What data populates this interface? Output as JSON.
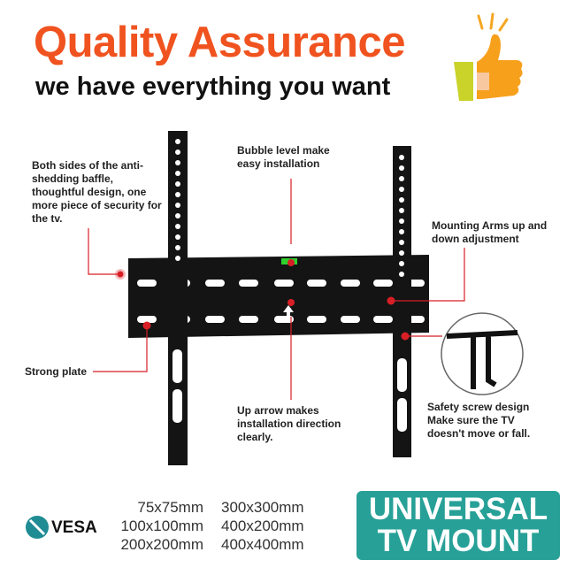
{
  "header": {
    "title": "Quality Assurance",
    "subtitle": "we have everything you want"
  },
  "icons": {
    "thumbs": "thumbs-up-icon",
    "vesa": "vesa-logo-icon"
  },
  "colors": {
    "accent": "#f0531f",
    "teal": "#27a097",
    "marker": "#d81f26"
  },
  "annotations": {
    "baffle": "Both sides of the anti-shedding baffle, thoughtful design, one more piece of security for the tv.",
    "bubble": "Bubble level make easy installation",
    "arms": "Mounting Arms up and down adjustment",
    "plate": "Strong plate",
    "arrow": "Up arrow makes installation direction clearly.",
    "safety": "Safety screw design Make sure the TV doesn't move or fall."
  },
  "vesa": {
    "label": "VESA",
    "sizes": [
      "75x75mm",
      "100x100mm",
      "200x200mm",
      "300x300mm",
      "400x200mm",
      "400x400mm"
    ]
  },
  "badge": {
    "line1": "UNIVERSAL",
    "line2": "TV MOUNT"
  }
}
